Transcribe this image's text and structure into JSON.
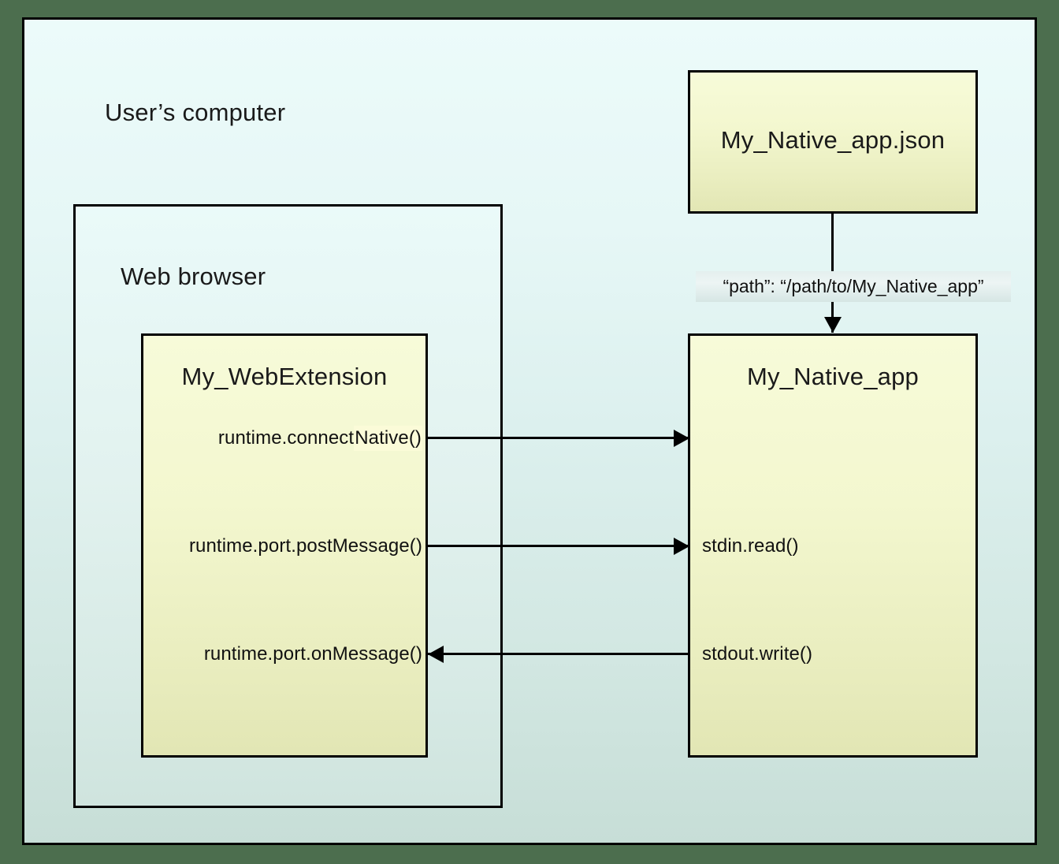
{
  "diagram": {
    "outer_region_label": "User’s computer",
    "browser_region_label": "Web browser",
    "boxes": {
      "manifest": {
        "title": "My_Native_app.json"
      },
      "extension": {
        "title": "My_WebExtension",
        "calls": [
          {
            "text_plain": "runtime.connect",
            "text_highlight": "Native()",
            "full": "runtime.connectNative()"
          },
          {
            "full": "runtime.port.postMessage()"
          },
          {
            "full": "runtime.port.onMessage()"
          }
        ]
      },
      "native_app": {
        "title": "My_Native_app",
        "calls": [
          {
            "full": "stdin.read()"
          },
          {
            "full": "stdout.write()"
          }
        ]
      }
    },
    "annotations": {
      "manifest_path": "“path”: “/path/to/My_Native_app”"
    },
    "colors": {
      "frame": "#4c6e4e",
      "border": "#000000",
      "canvas_top": "#ecfbfa",
      "canvas_bottom": "#c7ded7",
      "box_yellow_top": "#f7fbd9",
      "box_yellow_bottom": "#e2e6b4",
      "highlight": "#fbfbd8"
    }
  }
}
